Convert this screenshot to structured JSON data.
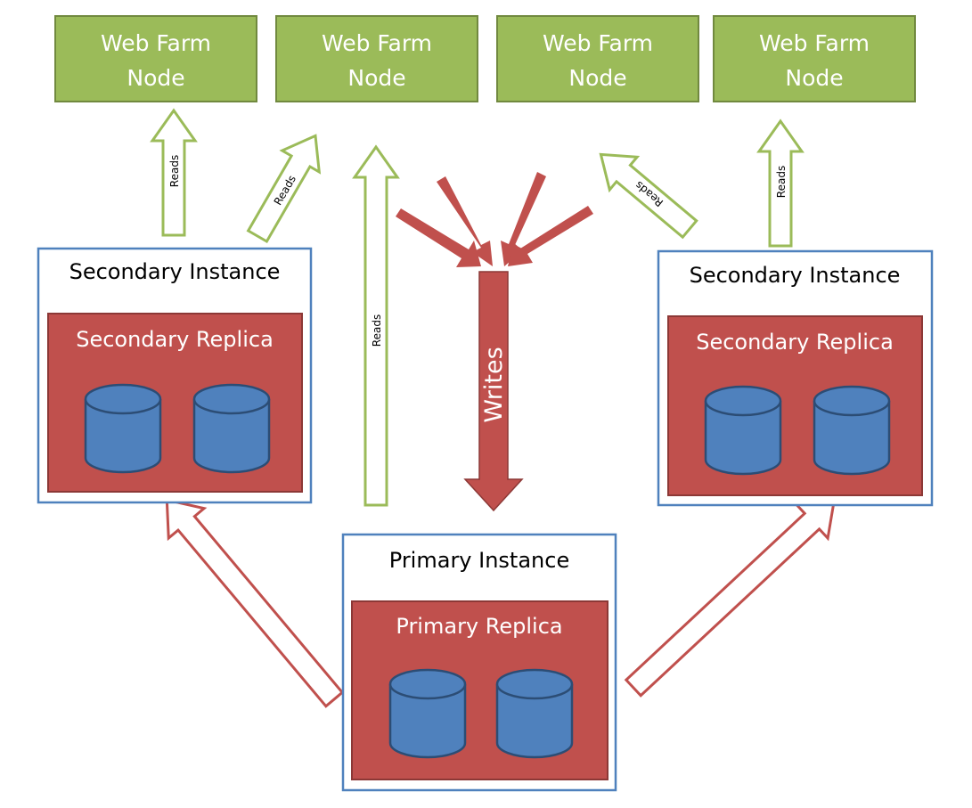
{
  "colors": {
    "node_fill": "#9bbb59",
    "node_stroke": "#71893f",
    "instance_stroke": "#4f81bd",
    "replica_fill": "#c0504d",
    "replica_stroke": "#8c3836",
    "db_fill": "#4f81bd",
    "db_stroke": "#2c4d75",
    "reads_stroke": "#9bbb59",
    "writes_fill": "#c0504d",
    "sync_stroke": "#c0504d"
  },
  "web_nodes": [
    {
      "line1": "Web Farm",
      "line2": "Node"
    },
    {
      "line1": "Web Farm",
      "line2": "Node"
    },
    {
      "line1": "Web Farm",
      "line2": "Node"
    },
    {
      "line1": "Web Farm",
      "line2": "Node"
    }
  ],
  "secondary_left": {
    "instance_label": "Secondary Instance",
    "replica_label": "Secondary Replica"
  },
  "secondary_right": {
    "instance_label": "Secondary Instance",
    "replica_label": "Secondary Replica"
  },
  "primary": {
    "instance_label": "Primary Instance",
    "replica_label": "Primary Replica"
  },
  "reads_label": "Reads",
  "writes_label": "Writes",
  "icons": {
    "database": "database-cylinder-icon"
  }
}
